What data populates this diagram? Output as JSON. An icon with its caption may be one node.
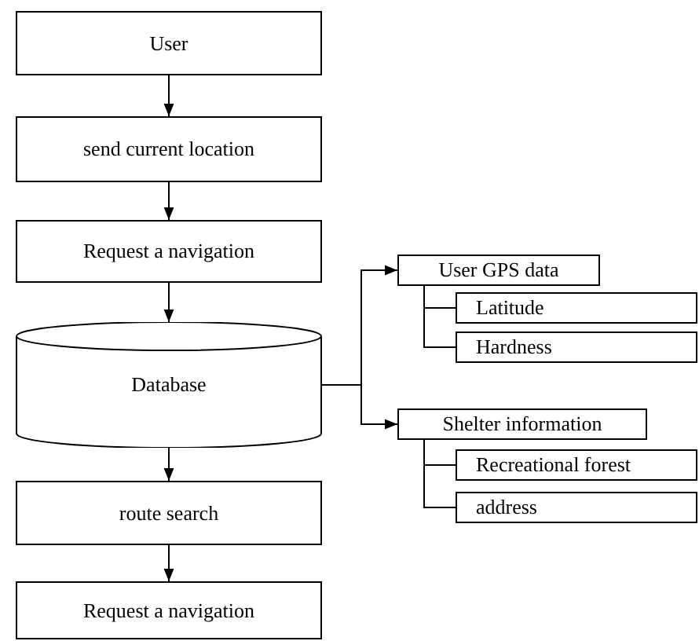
{
  "diagram": {
    "nodes": [
      {
        "text": [
          "User"
        ]
      },
      {
        "text": [
          "send current location"
        ]
      },
      {
        "text": [
          "Request a navigation"
        ]
      },
      {
        "text": [
          "Database"
        ]
      },
      {
        "text": [
          "route search"
        ]
      },
      {
        "text": [
          "Request a navigation"
        ]
      },
      {
        "text": [
          "User GPS data"
        ]
      },
      {
        "text": [
          "Latitude"
        ]
      },
      {
        "text": [
          "Hardness"
        ]
      },
      {
        "text": [
          "Shelter information"
        ]
      },
      {
        "text": [
          "Recreational forest"
        ]
      },
      {
        "text": [
          "address"
        ]
      }
    ],
    "edges": [
      {
        "from": 0,
        "to": 1,
        "arrow": "to"
      },
      {
        "from": 1,
        "to": 2,
        "arrow": "to"
      },
      {
        "from": 2,
        "to": 3,
        "arrow": "to"
      },
      {
        "from": 3,
        "to": 4,
        "arrow": "to"
      },
      {
        "from": 4,
        "to": 5,
        "arrow": "to"
      },
      {
        "from": 3,
        "to": 6,
        "arrow": "to"
      },
      {
        "from": 3,
        "to": 9,
        "arrow": "to"
      },
      {
        "from": 6,
        "to": 7,
        "arrow": "none"
      },
      {
        "from": 6,
        "to": 8,
        "arrow": "none"
      },
      {
        "from": 9,
        "to": 10,
        "arrow": "none"
      },
      {
        "from": 9,
        "to": 11,
        "arrow": "none"
      }
    ]
  }
}
